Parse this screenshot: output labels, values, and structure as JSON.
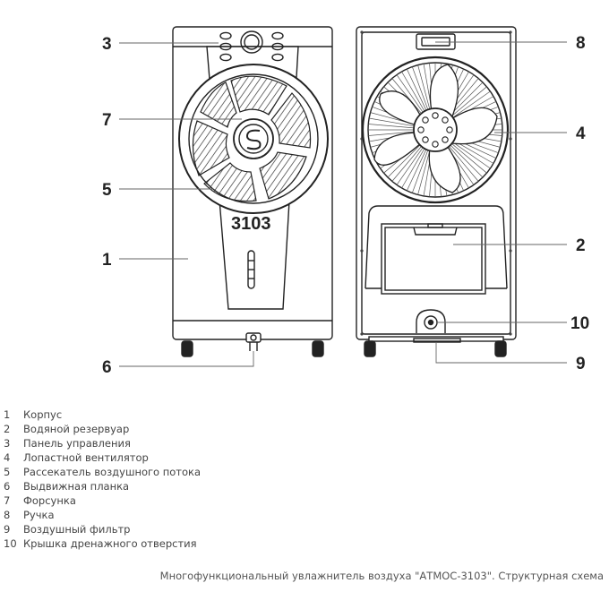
{
  "diagram": {
    "model_label": "3103",
    "callouts": {
      "c1": "1",
      "c2": "2",
      "c3": "3",
      "c4": "4",
      "c5": "5",
      "c6": "6",
      "c7": "7",
      "c8": "8",
      "c9": "9",
      "c10": "10"
    }
  },
  "legend": [
    {
      "num": "1",
      "text": "Корпус"
    },
    {
      "num": "2",
      "text": "Водяной резервуар"
    },
    {
      "num": "3",
      "text": "Панель управления"
    },
    {
      "num": "4",
      "text": "Лопастной вентилятор"
    },
    {
      "num": "5",
      "text": "Рассекатель воздушного потока"
    },
    {
      "num": "6",
      "text": "Выдвижная планка"
    },
    {
      "num": "7",
      "text": "Форсунка"
    },
    {
      "num": "8",
      "text": "Ручка"
    },
    {
      "num": "9",
      "text": "Воздушный фильтр"
    },
    {
      "num": "10",
      "text": "Крышка дренажного отверстия"
    }
  ],
  "caption": "Многофункциональный увлажнитель воздуха \"АТМОС-3103\". Структурная схема"
}
